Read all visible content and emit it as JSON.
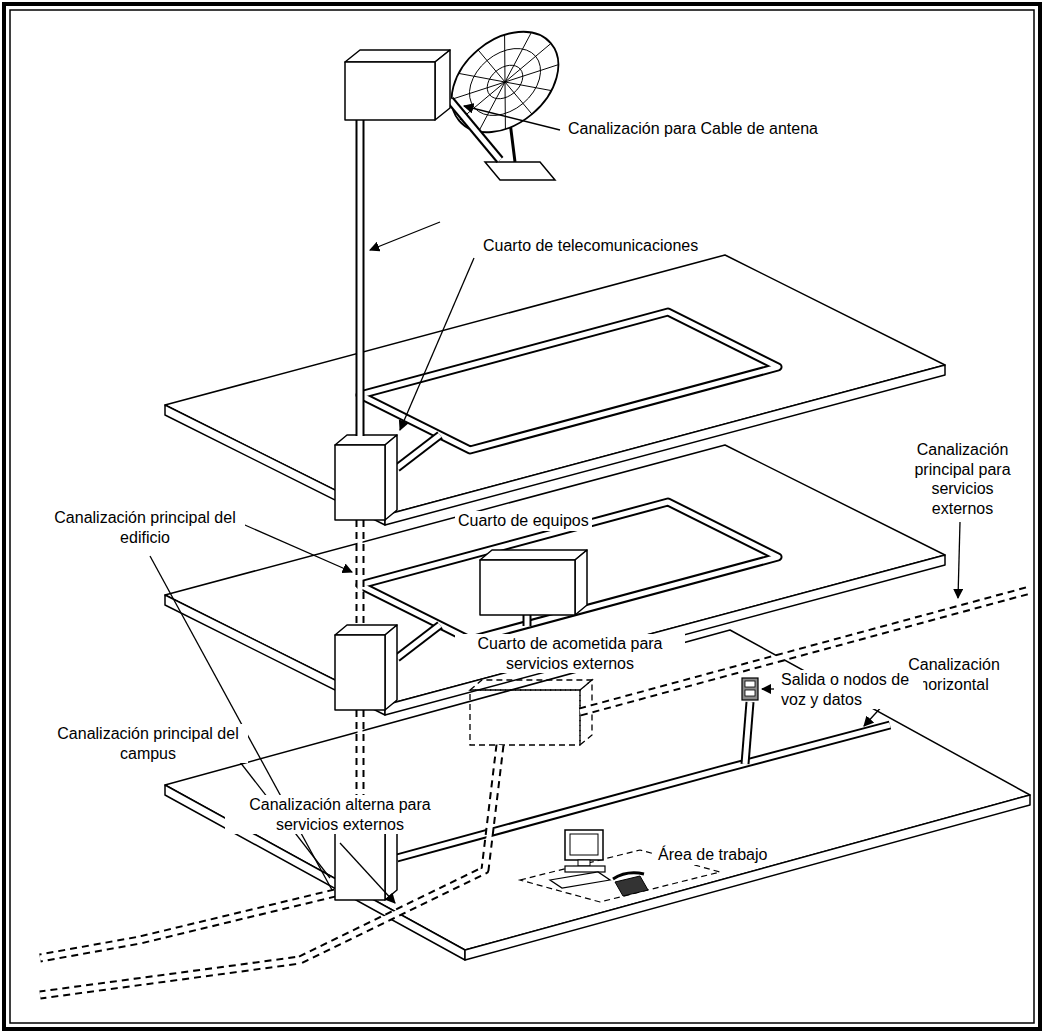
{
  "diagram": {
    "labels": [
      "Canalización para Cable de antena",
      "Cuarto de telecomunicaciones",
      "Cuarto de equipos",
      "Canalización principal del edificio",
      "Canalización principal para servicios externos",
      "Cuarto de acometida para servicios externos",
      "Canalización horizontal",
      "Salida o nodos de voz y datos",
      "Canalización principal del campus",
      "Área de trabajo",
      "Canalización alterna para servicios externos"
    ]
  }
}
